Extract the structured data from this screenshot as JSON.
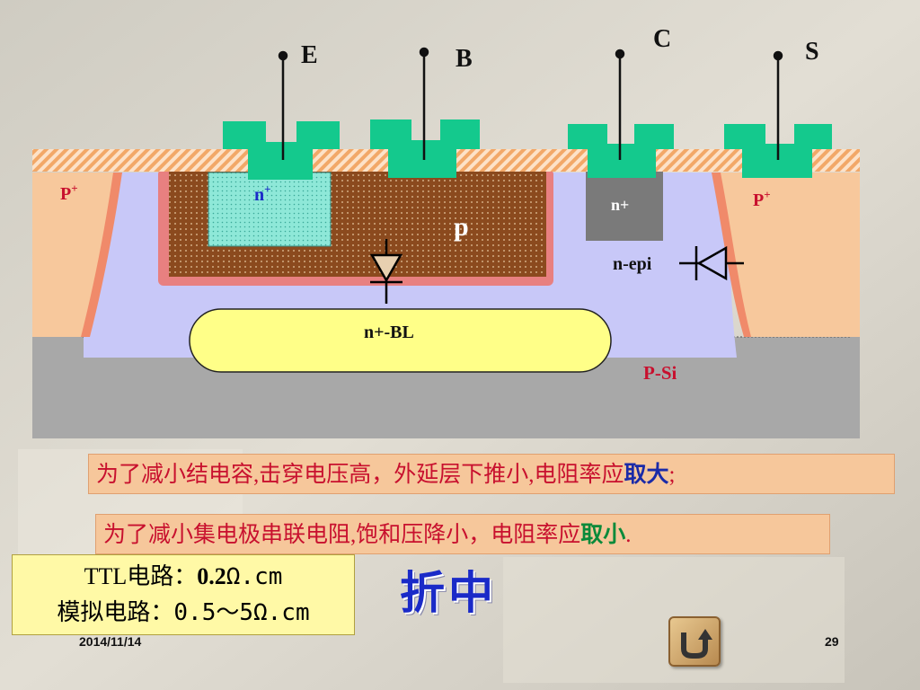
{
  "diagram": {
    "terminals": {
      "E": "E",
      "B": "B",
      "C": "C",
      "S": "S"
    },
    "regions": {
      "p_plus_left": "P",
      "p_plus_right": "P",
      "plus_sup": "+",
      "n_plus_emitter": "n",
      "p_base": "p",
      "n_plus_collector": "n+",
      "n_epi": "n-epi",
      "buried_layer": "n+-BL",
      "substrate": "P-Si"
    },
    "colors": {
      "oxide": "#f2a868",
      "metal": "#14c98d",
      "p_plus": "#f7c89c",
      "p_plus_edge": "#f08a6a",
      "n_epi": "#c8c8f8",
      "p_base": "#8b4a1e",
      "p_base_edge": "#e88080",
      "n_plus_emitter": "#8ee8d8",
      "n_plus_collector": "#7a7a7a",
      "buried_layer": "#ffff88",
      "substrate": "#a8a8a8"
    }
  },
  "notes": {
    "line1": {
      "text": "为了减小结电容,击穿电压高，外延层下推小,电阻率应",
      "emph1": "取",
      "emph2": "大",
      "end": ";"
    },
    "line2": {
      "text": "为了减小集电极串联电阻,饱和压降小，电阻率应",
      "emph1": "取",
      "emph2": "小",
      "end": "."
    }
  },
  "resistivity": {
    "ttl_label": "TTL电路：",
    "ttl_value": "0.2",
    "ttl_unit": "Ω.cm",
    "analog_label": "模拟电路：",
    "analog_value": "0.5～5Ω.cm"
  },
  "compromise": "折中",
  "footer": {
    "date": "2014/11/14",
    "page": "29"
  },
  "icons": {
    "back": "return-arrow-icon"
  }
}
